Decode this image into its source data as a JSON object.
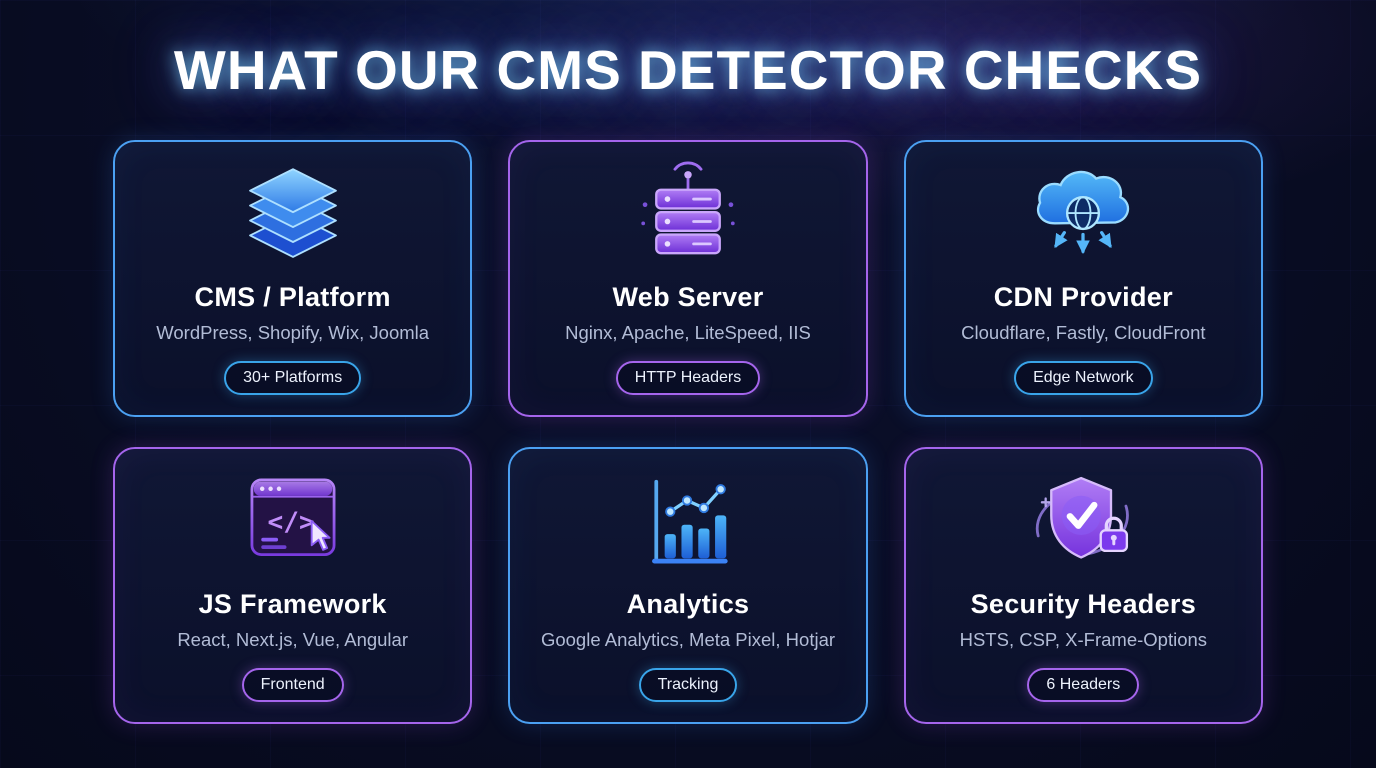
{
  "page": {
    "title": "WHAT OUR CMS DETECTOR CHECKS"
  },
  "colors": {
    "background": "#090d24",
    "blue_accent": "#4ba0f2",
    "purple_accent": "#a565ec",
    "subtitle_text": "#b2bcd6"
  },
  "cards": [
    {
      "icon": "layers-icon",
      "accent": "blue",
      "title": "CMS / Platform",
      "subtitle": "WordPress, Shopify, Wix, Joomla",
      "badge": "30+ Platforms"
    },
    {
      "icon": "server-rack-icon",
      "accent": "purple",
      "title": "Web Server",
      "subtitle": "Nginx, Apache, LiteSpeed, IIS",
      "badge": "HTTP Headers"
    },
    {
      "icon": "cdn-cloud-icon",
      "accent": "blue",
      "title": "CDN Provider",
      "subtitle": "Cloudflare, Fastly, CloudFront",
      "badge": "Edge Network"
    },
    {
      "icon": "code-window-icon",
      "accent": "purple",
      "title": "JS Framework",
      "subtitle": "React, Next.js, Vue, Angular",
      "badge": "Frontend"
    },
    {
      "icon": "bar-chart-icon",
      "accent": "blue",
      "title": "Analytics",
      "subtitle": "Google Analytics, Meta Pixel, Hotjar",
      "badge": "Tracking"
    },
    {
      "icon": "shield-check-icon",
      "accent": "purple",
      "title": "Security Headers",
      "subtitle": "HSTS, CSP, X-Frame-Options",
      "badge": "6 Headers"
    }
  ]
}
